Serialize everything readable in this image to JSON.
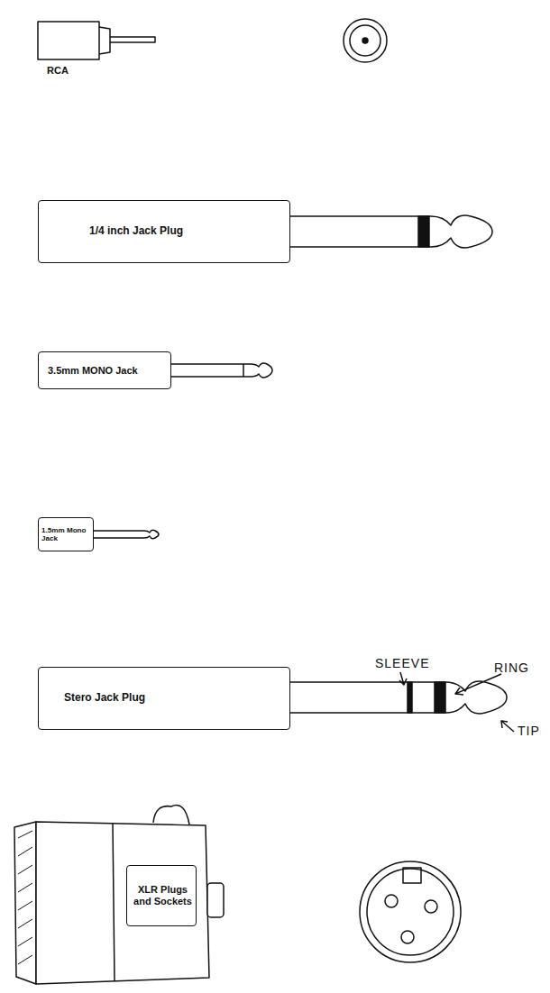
{
  "diagram": {
    "nodes": [
      {
        "text": [
          "1/4 inch Jack Plug"
        ]
      },
      {
        "text": [
          "3.5mm MONO Jack"
        ]
      },
      {
        "text": [
          "1.5mm Mono Jack"
        ]
      },
      {
        "text": [
          "Stero Jack Plug"
        ]
      },
      {
        "text": [
          "XLR Plugs and Sockets"
        ]
      }
    ],
    "labels": [
      "RCA",
      "SLEEVE",
      "RING",
      "TIP"
    ]
  }
}
